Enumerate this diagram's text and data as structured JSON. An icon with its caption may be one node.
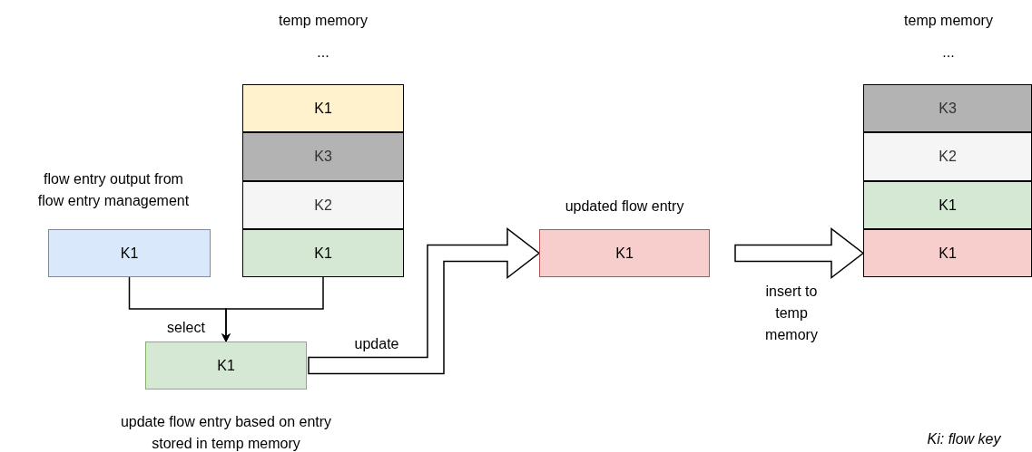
{
  "diagram": {
    "nodes": [
      {
        "text": [
          "K1"
        ],
        "beside": [
          "flow entry output from flow entry management"
        ]
      },
      {
        "text": [
          "K1"
        ]
      },
      {
        "text": [
          "K3"
        ]
      },
      {
        "text": [
          "K2"
        ]
      },
      {
        "text": [
          "K1"
        ]
      },
      {
        "text": [
          "K1"
        ],
        "beside": [
          "update flow entry based on entry stored in temp memory"
        ]
      },
      {
        "text": [
          "K1"
        ],
        "beside": [
          "updated flow entry"
        ]
      },
      {
        "text": [
          "K3"
        ]
      },
      {
        "text": [
          "K2"
        ]
      },
      {
        "text": [
          "K1"
        ]
      },
      {
        "text": [
          "K1"
        ]
      }
    ],
    "edges": [
      {
        "from": 0,
        "to": 5,
        "arrow": "to",
        "label": "select"
      },
      {
        "from": 4,
        "to": 5,
        "arrow": "to"
      },
      {
        "from": 5,
        "to": 6,
        "arrow": "to",
        "label": "update",
        "style": "thick"
      },
      {
        "from": 6,
        "to": 10,
        "arrow": "to",
        "label": "insert to temp memory",
        "style": "thick"
      }
    ],
    "labels": [
      "temp memory",
      "...",
      "temp memory",
      "...",
      "Ki: flow key"
    ]
  }
}
